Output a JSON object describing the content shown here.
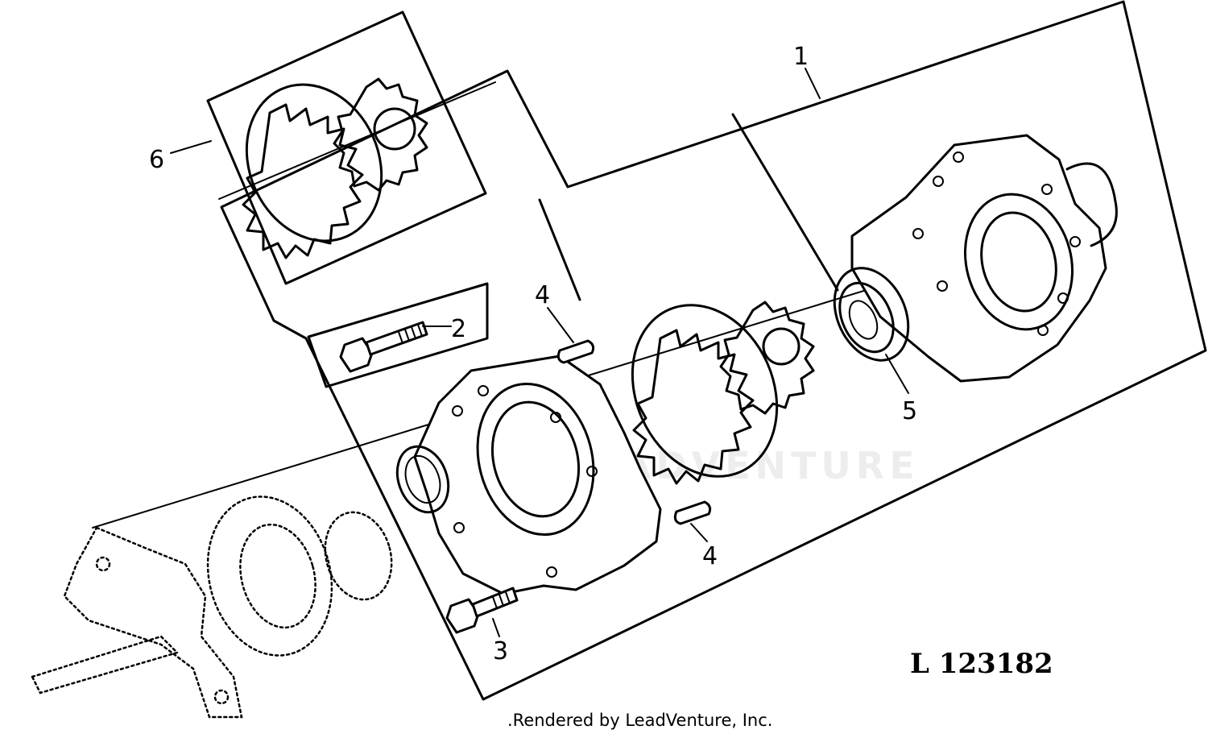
{
  "callouts": {
    "c1": "1",
    "c2": "2",
    "c3": "3",
    "c4a": "4",
    "c4b": "4",
    "c5": "5",
    "c6": "6"
  },
  "reference_number": "L 123182",
  "watermark": "LEADVENTURE",
  "footer_credit": ".Rendered by LeadVenture, Inc."
}
